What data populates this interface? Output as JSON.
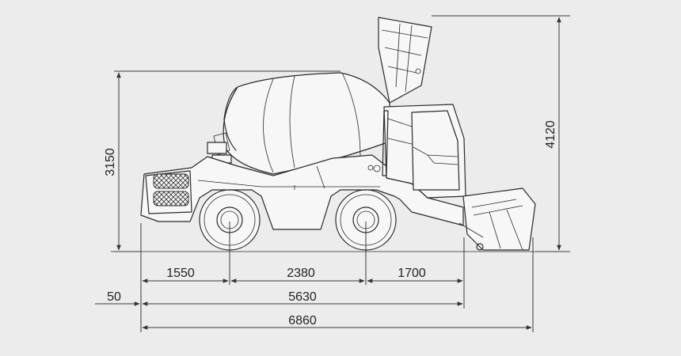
{
  "dimensions": {
    "front_overhang": "1550",
    "wheelbase": "2380",
    "rear_overhang": "1700",
    "offset": "50",
    "body_length": "5630",
    "total_length": "6860",
    "cab_height": "3150",
    "max_height": "4120"
  }
}
